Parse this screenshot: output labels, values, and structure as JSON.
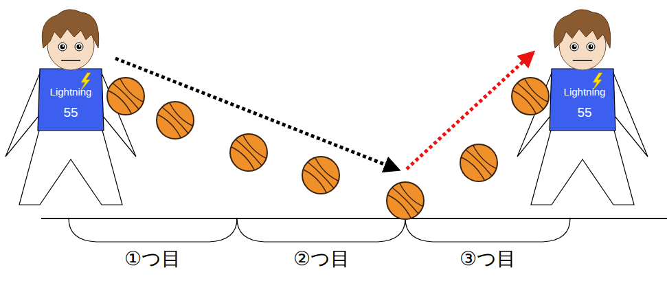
{
  "diagram": {
    "labels": [
      "Lightning",
      "55",
      "Lightning",
      "55",
      "①つ目",
      "②つ目",
      "③つ目"
    ]
  }
}
